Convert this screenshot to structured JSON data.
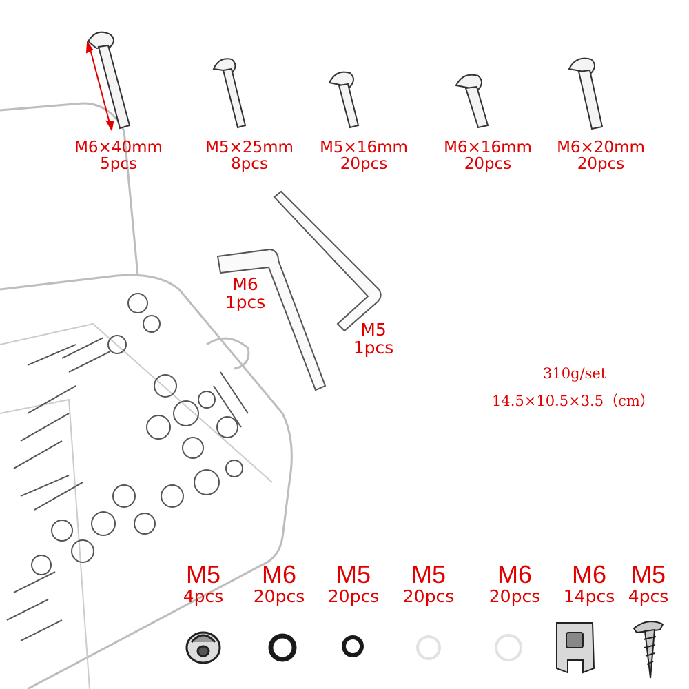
{
  "top_screws": [
    {
      "size": "M6×40mm",
      "qty": "5pcs"
    },
    {
      "size": "M5×25mm",
      "qty": "8pcs"
    },
    {
      "size": "M5×16mm",
      "qty": "20pcs"
    },
    {
      "size": "M6×16mm",
      "qty": "20pcs"
    },
    {
      "size": "M6×20mm",
      "qty": "20pcs"
    }
  ],
  "hex_keys": [
    {
      "size": "M6",
      "qty": "1pcs"
    },
    {
      "size": "M5",
      "qty": "1pcs"
    }
  ],
  "specs": {
    "weight": "310g/set",
    "dimensions": "14.5×10.5×3.5（cm）"
  },
  "bottom_parts": [
    {
      "size": "M5",
      "qty": "4pcs",
      "icon": "cap-nut-icon"
    },
    {
      "size": "M6",
      "qty": "20pcs",
      "icon": "black-washer-icon"
    },
    {
      "size": "M5",
      "qty": "20pcs",
      "icon": "black-washer-small-icon"
    },
    {
      "size": "M5",
      "qty": "20pcs",
      "icon": "clear-washer-icon"
    },
    {
      "size": "M6",
      "qty": "20pcs",
      "icon": "clear-washer-large-icon"
    },
    {
      "size": "M6",
      "qty": "14pcs",
      "icon": "u-clip-nut-icon"
    },
    {
      "size": "M5",
      "qty": "4pcs",
      "icon": "self-tapping-screw-icon"
    }
  ],
  "colors": {
    "label": "#e00000",
    "line": "#333333"
  }
}
